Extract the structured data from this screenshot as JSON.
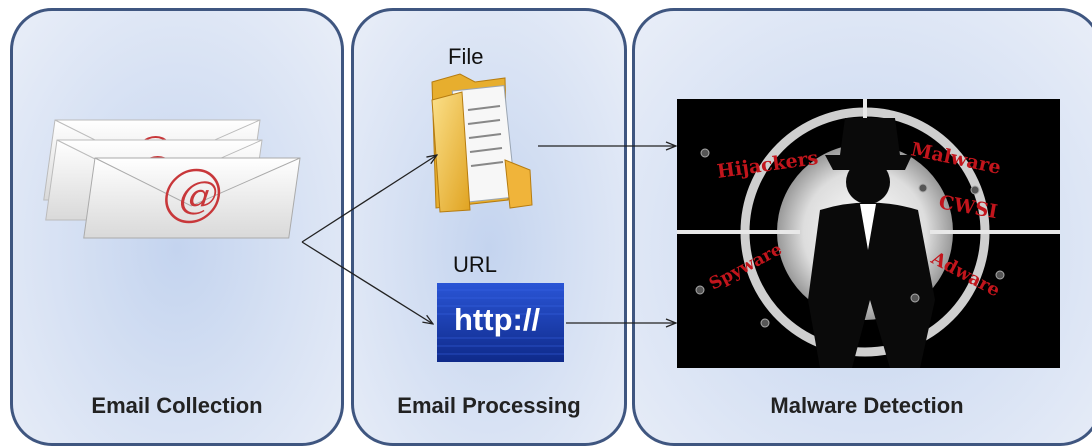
{
  "panels": [
    {
      "caption": "Email Collection"
    },
    {
      "caption": "Email Processing"
    },
    {
      "caption": "Malware Detection"
    }
  ],
  "labels": {
    "file": "File",
    "url": "URL",
    "http_text": "http://"
  },
  "malware_image": {
    "words": [
      "Hijackers",
      "Malware",
      "CWSI",
      "Spyware",
      "Adware"
    ]
  },
  "colors": {
    "panel_border": "#3f5680",
    "arrow": "#222222",
    "malware_text": "#c2151c",
    "url_bg": "#1c3fb0"
  }
}
